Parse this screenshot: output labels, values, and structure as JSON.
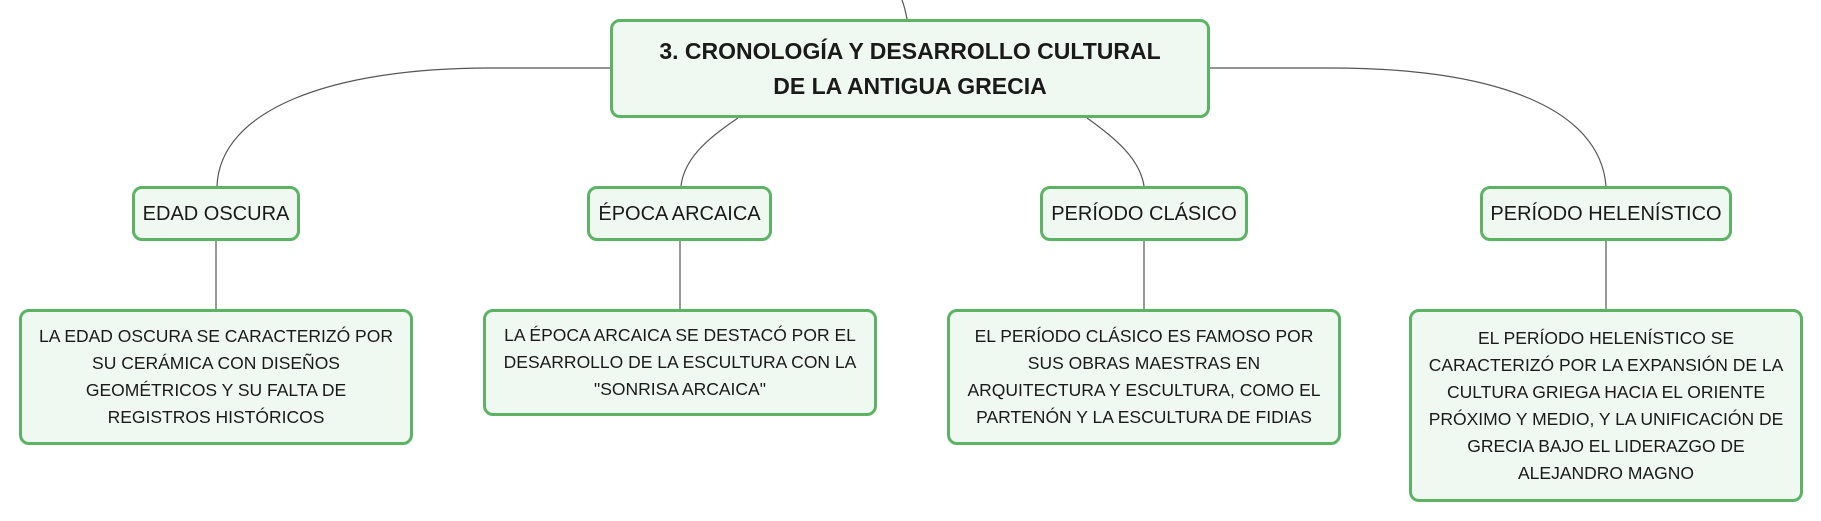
{
  "root": {
    "title": "3. CRONOLOGÍA Y DESARROLLO CULTURAL DE LA ANTIGUA GRECIA"
  },
  "topics": [
    {
      "label": "EDAD OSCURA",
      "description": "LA EDAD OSCURA SE CARACTERIZÓ POR SU CERÁMICA CON DISEÑOS GEOMÉTRICOS Y SU FALTA DE REGISTROS HISTÓRICOS"
    },
    {
      "label": "ÉPOCA ARCAICA",
      "description": "LA ÉPOCA ARCAICA SE DESTACÓ POR EL DESARROLLO DE LA ESCULTURA CON LA \"SONRISA ARCAICA\""
    },
    {
      "label": "PERÍODO CLÁSICO",
      "description": "EL PERÍODO CLÁSICO ES FAMOSO POR SUS OBRAS MAESTRAS EN ARQUITECTURA Y ESCULTURA, COMO EL PARTENÓN Y LA ESCULTURA DE FIDIAS"
    },
    {
      "label": "PERÍODO HELENÍSTICO",
      "description": "EL PERÍODO HELENÍSTICO SE CARACTERIZÓ POR LA EXPANSIÓN DE LA CULTURA GRIEGA HACIA EL ORIENTE PRÓXIMO Y MEDIO, Y LA UNIFICACIÓN DE GRECIA BAJO EL LIDERAZGO DE ALEJANDRO MAGNO"
    }
  ],
  "colors": {
    "node_border": "#5cb363",
    "node_fill": "#eff8f1",
    "connector": "#555555"
  }
}
